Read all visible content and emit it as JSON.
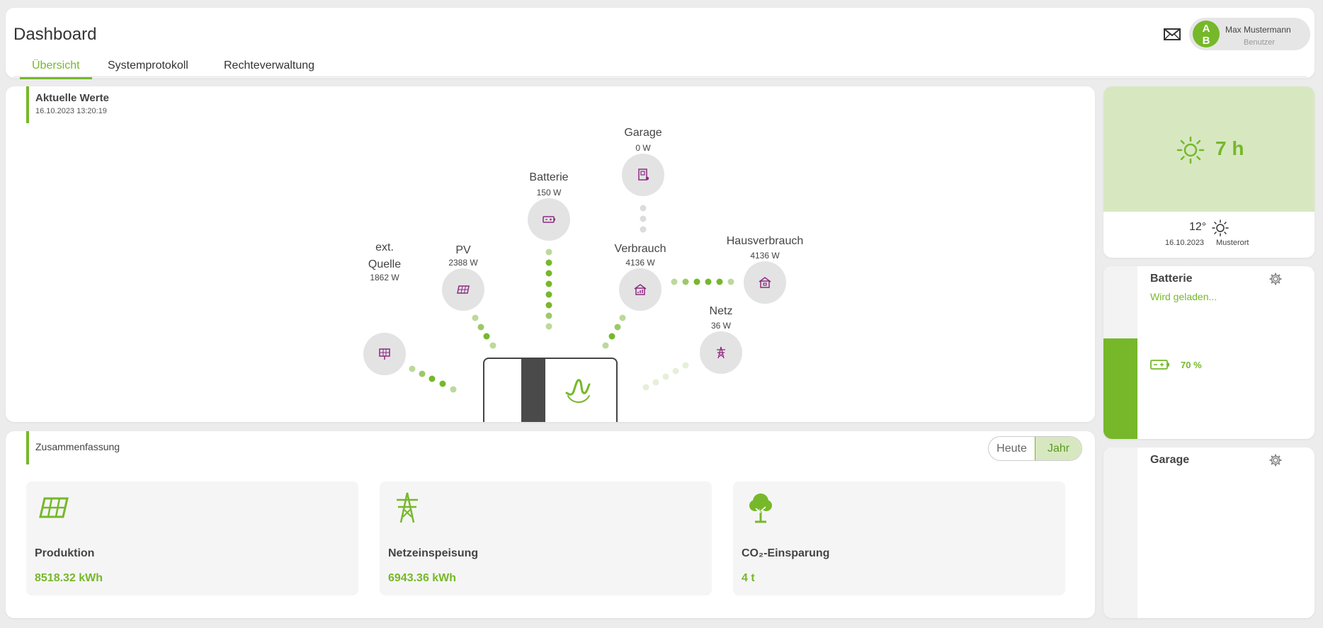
{
  "header": {
    "title": "Dashboard",
    "tabs": [
      {
        "label": "Übersicht",
        "active": true
      },
      {
        "label": "Systemprotokoll",
        "active": false
      },
      {
        "label": "Rechteverwaltung",
        "active": false
      }
    ],
    "mail_icon": "envelope-icon",
    "user": {
      "initials_1": "A",
      "initials_2": "B",
      "name": "Max Mustermann",
      "role": "Benutzer"
    }
  },
  "current": {
    "title": "Aktuelle Werte",
    "timestamp": "16.10.2023 13:20:19",
    "nodes": {
      "ext_source": {
        "label_1": "ext.",
        "label_2": "Quelle",
        "value": "1862 W",
        "icon": "solar-panel-icon"
      },
      "pv": {
        "label": "PV",
        "value": "2388 W",
        "icon": "solar-panel-icon"
      },
      "battery": {
        "label": "Batterie",
        "value": "150 W",
        "icon": "battery-icon"
      },
      "garage": {
        "label": "Garage",
        "value": "0 W",
        "icon": "wallbox-icon"
      },
      "consumption": {
        "label": "Verbrauch",
        "value": "4136 W",
        "icon": "house-chart-icon"
      },
      "household": {
        "label": "Hausverbrauch",
        "value": "4136 W",
        "icon": "house-icon"
      },
      "grid": {
        "label": "Netz",
        "value": "36 W",
        "icon": "power-tower-icon"
      }
    },
    "inverter_icon": "brand-logo-icon"
  },
  "summary": {
    "title": "Zusammenfassung",
    "toggle": [
      {
        "label": "Heute",
        "active": false
      },
      {
        "label": "Jahr",
        "active": true
      }
    ],
    "stats": [
      {
        "label": "Produktion",
        "value": "8518.32 kWh",
        "icon": "solar-panel-icon"
      },
      {
        "label": "Netzeinspeisung",
        "value": "6943.36 kWh",
        "icon": "power-tower-icon"
      },
      {
        "label": "CO₂-Einsparung",
        "value": "4 t",
        "icon": "tree-icon"
      }
    ]
  },
  "weather": {
    "sun_hours": "7 h",
    "temperature": "12°",
    "date": "16.10.2023",
    "location": "Musterort",
    "icon": "sun-icon"
  },
  "battery_card": {
    "title": "Batterie",
    "status": "Wird geladen...",
    "percent": "70 %",
    "charge_fraction": 0.7
  },
  "garage_card": {
    "title": "Garage"
  },
  "colors": {
    "accent": "#76b82a",
    "accent_light": "#d7e8c1",
    "icon_purple": "#8e2a82"
  }
}
